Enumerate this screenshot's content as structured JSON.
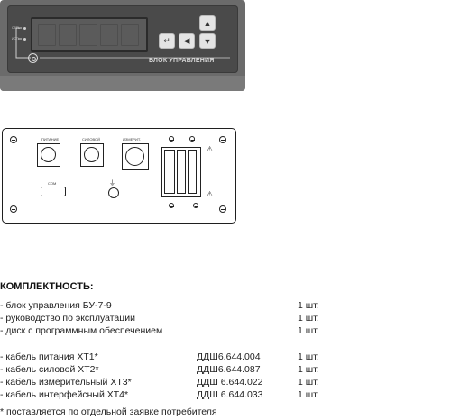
{
  "front_panel": {
    "brand_label": "БЛОК УПРАВЛЕНИЯ",
    "led_labels": [
      "СЕТЬ",
      "ИСП"
    ],
    "buttons": [
      {
        "name": "up",
        "symbol": "▲"
      },
      {
        "name": "enter",
        "symbol": "↵"
      },
      {
        "name": "left",
        "symbol": "◀"
      },
      {
        "name": "down",
        "symbol": "▼"
      }
    ]
  },
  "rear_panel": {
    "connector_labels": {
      "xt1": "ПИТАНИЕ",
      "xt2": "СИЛОВОЙ",
      "xt3": "ИЗМЕРИТ.",
      "xt4": "COM"
    }
  },
  "completeness": {
    "title": "КОМПЛЕКТНОСТЬ:",
    "group1": [
      {
        "item": "- блок управления  БУ-7-9",
        "code": "",
        "qty": "1 шт."
      },
      {
        "item": "- руководство по эксплуатации",
        "code": "",
        "qty": "1 шт."
      },
      {
        "item": "- диск с программным обеспечением",
        "code": "",
        "qty": "1 шт."
      }
    ],
    "group2": [
      {
        "item": "- кабель питания ХТ1*",
        "code": "ДДШ6.644.004",
        "qty": "1 шт."
      },
      {
        "item": "- кабель силовой ХТ2*",
        "code": "ДДШ6.644.087",
        "qty": "1 шт."
      },
      {
        "item": "- кабель измерительный ХТ3*",
        "code": "ДДШ 6.644.022",
        "qty": "1 шт."
      },
      {
        "item": "- кабель интерфейсный ХТ4*",
        "code": "ДДШ 6.644.033",
        "qty": "1 шт."
      }
    ],
    "note": "* поставляется по отдельной заявке потребителя"
  }
}
